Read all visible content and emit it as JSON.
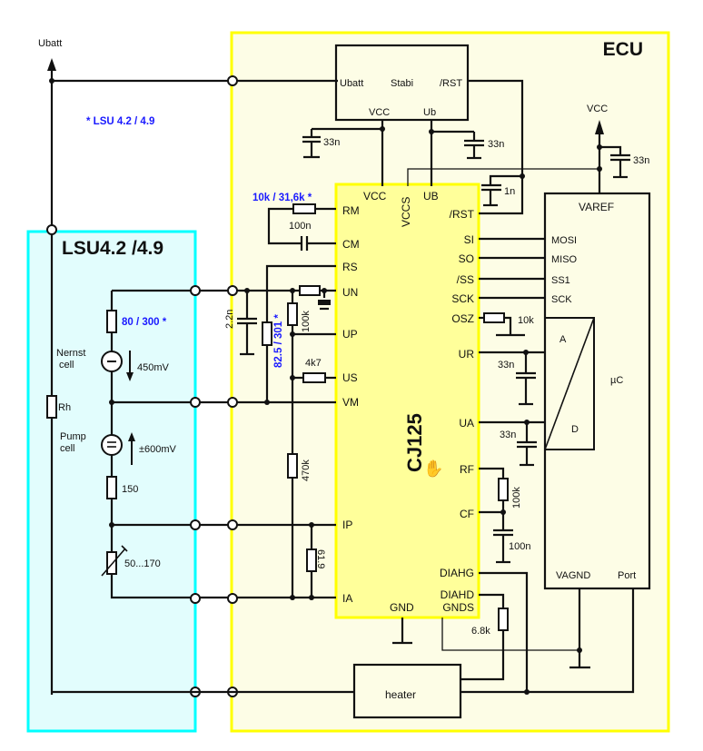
{
  "colors": {
    "ecu_fill": "#fdfde6",
    "ecu_border": "#ffff00",
    "chip_fill": "#ffff9a",
    "lsu_fill": "#e2fdfd",
    "lsu_border": "#00ffff",
    "annotation": "#1a1aff"
  },
  "supply": {
    "ubatt": "Ubatt",
    "vcc": "VCC"
  },
  "ecu": {
    "title": "ECU"
  },
  "lsu": {
    "title": "LSU4.2 /4.9",
    "note": "* LSU 4.2 / 4.9"
  },
  "stabi": {
    "ubatt": "Ubatt",
    "name": "Stabi",
    "rst": "/RST",
    "vcc": "VCC",
    "ub": "Ub"
  },
  "chip": {
    "name": "CJ125",
    "top_pins": [
      "VCC",
      "VCCS",
      "UB"
    ],
    "left_pins": [
      "RM",
      "CM",
      "RS",
      "UN",
      "UP",
      "US",
      "VM",
      "IP",
      "IA"
    ],
    "right_pins": [
      "/RST",
      "SI",
      "SO",
      "/SS",
      "SCK",
      "OSZ",
      "UR",
      "UA",
      "RF",
      "CF",
      "DIAHG",
      "DIAHD"
    ],
    "bottom_pins": [
      "GND",
      "GNDS"
    ]
  },
  "mcu": {
    "name": "µC",
    "varef": "VAREF",
    "pins": [
      "MOSI",
      "MISO",
      "SS1",
      "SCK"
    ],
    "adc_a": "A",
    "adc_d": "D",
    "vagnd": "VAGND",
    "port": "Port"
  },
  "components": {
    "c_stabi_vcc": "33n",
    "c_stabi_ub": "33n",
    "c_varef": "33n",
    "c_rst": "1n",
    "r_rm": "10k / 31,6k *",
    "c_cm": "100n",
    "c_un": "2.2n",
    "r_rs": "82.5 / 301 *",
    "r_un": "100k",
    "r_us": "4k7",
    "r_470": "470k",
    "r_ip": "61.9",
    "r_osz": "10k",
    "c_ur": "33n",
    "c_ua": "33n",
    "r_rf": "100k",
    "c_cf": "100n",
    "r_diahd": "6.8k"
  },
  "sensor": {
    "r_nernst": "80 / 300 *",
    "nernst_label_1": "Nernst",
    "nernst_label_2": "cell",
    "nernst_voltage": "450mV",
    "pump_label_1": "Pump",
    "pump_label_2": "cell",
    "pump_voltage": "±600mV",
    "r_150": "150",
    "r_trim": "50...170",
    "rh": "Rh"
  },
  "heater": {
    "label": "heater"
  }
}
